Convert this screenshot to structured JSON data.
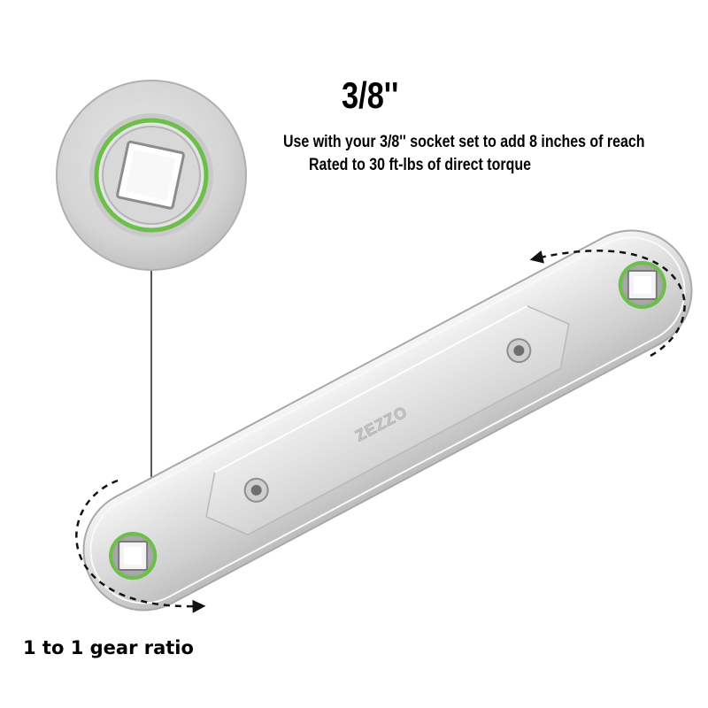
{
  "heading": {
    "size_label": "3/8''",
    "line1": "Use with your 3/8'' socket set to add 8 inches of reach",
    "line2": "Rated to 30 ft-lbs of direct torque"
  },
  "caption": "1 to 1 gear ratio",
  "product": {
    "brand_mark": "ZEZZO",
    "body_color": "#d9d9d9",
    "ring_color": "#6cc04a"
  }
}
